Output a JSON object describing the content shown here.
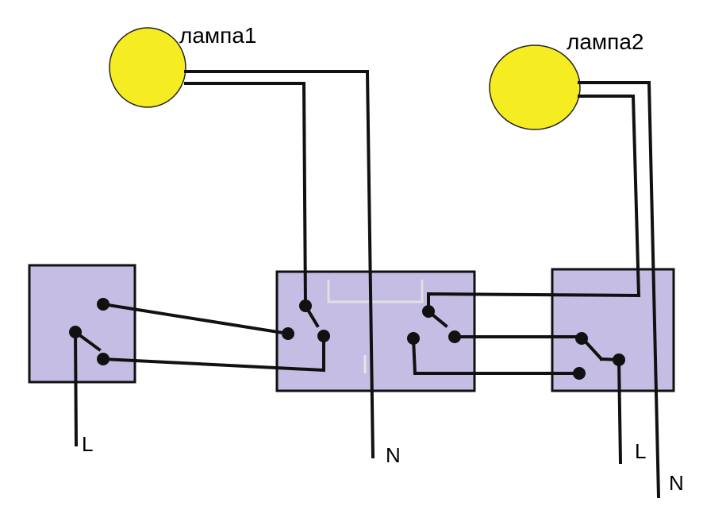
{
  "lamp1": {
    "label": "лампа1",
    "color": "#f5ec22"
  },
  "lamp2": {
    "label": "лампа2",
    "color": "#f5ec22"
  },
  "terminals": {
    "left_phase": "L",
    "center_neutral": "N",
    "right_phase": "L",
    "right_neutral": "N"
  },
  "colors": {
    "box_fill": "#c5bde3",
    "wire": "#111111"
  }
}
